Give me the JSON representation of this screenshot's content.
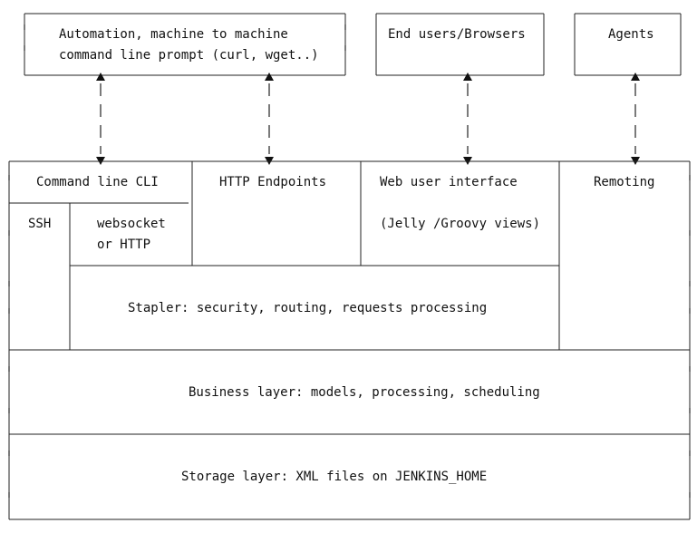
{
  "diagram": {
    "clients": {
      "automation": {
        "line1": "Automation, machine to machine",
        "line2": "command line prompt (curl, wget..)"
      },
      "browsers": {
        "label": "End users/Browsers"
      },
      "agents": {
        "label": "Agents"
      }
    },
    "endpoints": {
      "cli": {
        "label": "Command line CLI"
      },
      "ssh": {
        "label": "SSH"
      },
      "websocket": {
        "line1": "websocket",
        "line2": "or HTTP"
      },
      "http": {
        "label": "HTTP Endpoints"
      },
      "web_ui": {
        "label": "Web user interface",
        "sublabel": "(Jelly /Groovy views)"
      },
      "remoting": {
        "label": "Remoting"
      }
    },
    "stapler": {
      "label": "Stapler: security, routing, requests processing"
    },
    "business": {
      "label": "Business layer: models, processing, scheduling"
    },
    "storage": {
      "label": "Storage layer: XML files on JENKINS_HOME"
    }
  }
}
